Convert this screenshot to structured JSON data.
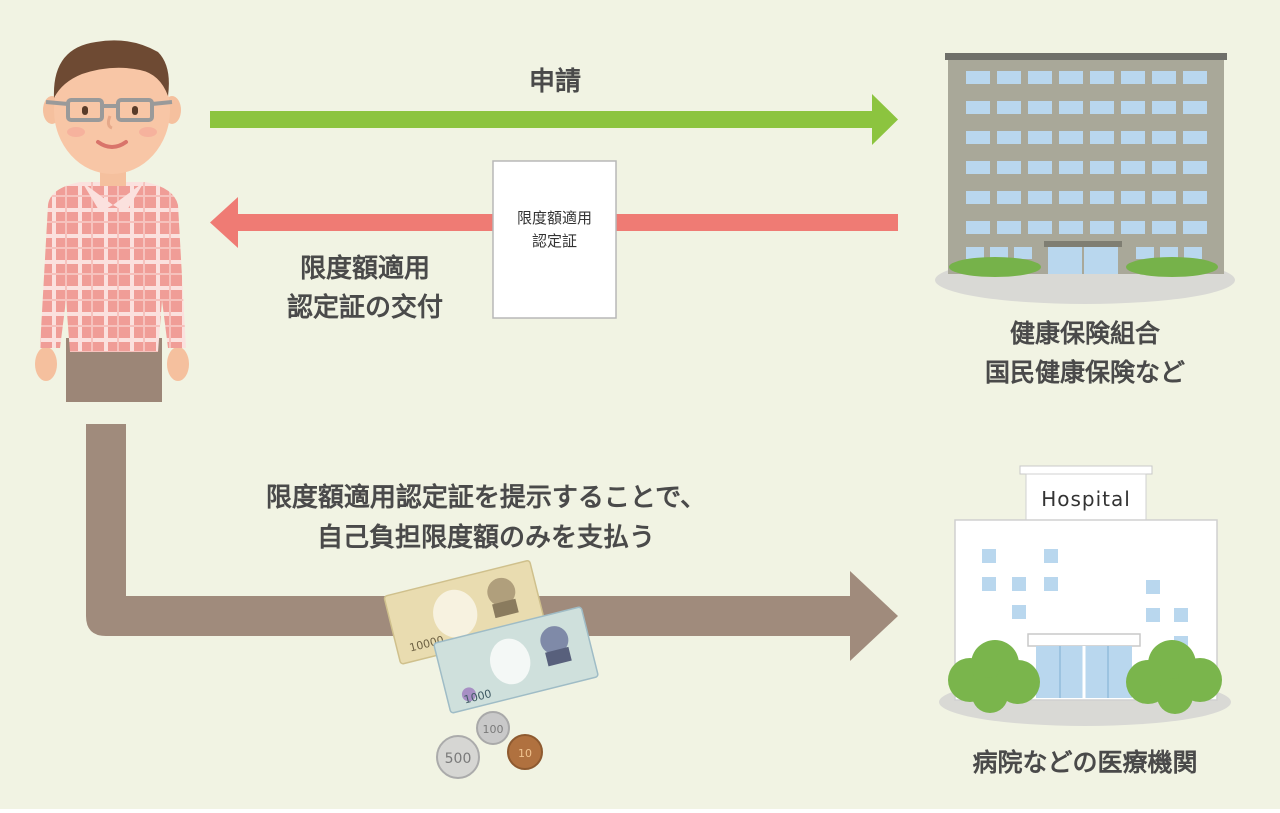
{
  "colors": {
    "background": "#f1f3e3",
    "apply_arrow": "#8cc43f",
    "issue_arrow": "#ef7b74",
    "payment_arrow": "#a08b7c",
    "label_text": "#4a4a4a"
  },
  "arrows": {
    "apply_label": "申請",
    "issue_label_line1": "限度額適用",
    "issue_label_line2": "認定証の交付",
    "payment_label_line1": "限度額適用認定証を提示することで、",
    "payment_label_line2": "自己負担限度額のみを支払う"
  },
  "certificate": {
    "line1": "限度額適用",
    "line2": "認定証"
  },
  "insurer": {
    "label_line1": "健康保険組合",
    "label_line2": "国民健康保険など"
  },
  "hospital": {
    "sign": "Hospital",
    "label": "病院などの医療機関"
  },
  "money": {
    "bill_large": "10000",
    "bill_small": "1000",
    "coin_500": "500",
    "coin_100": "100",
    "coin_10": "10"
  }
}
